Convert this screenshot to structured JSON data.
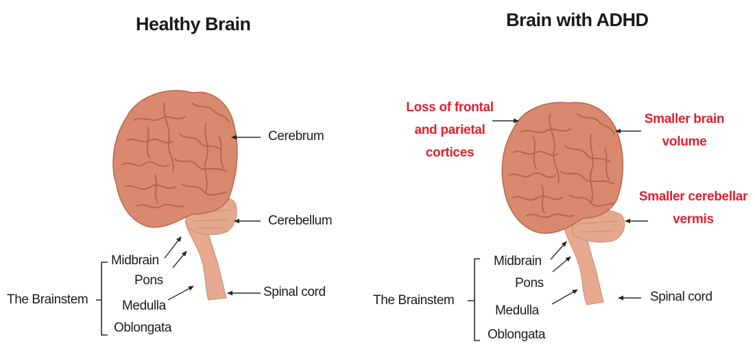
{
  "left": {
    "title": "Healthy Brain",
    "labels": {
      "cerebrum": "Cerebrum",
      "cerebellum": "Cerebellum",
      "midbrain": "Midbrain",
      "pons": "Pons",
      "medulla": "Medulla",
      "oblongata": "Oblongata",
      "brainstem": "The Brainstem",
      "spinal_cord": "Spinal cord"
    }
  },
  "right": {
    "title": "Brain with ADHD",
    "labels": {
      "midbrain": "Midbrain",
      "pons": "Pons",
      "medulla": "Medulla",
      "oblongata": "Oblongata",
      "brainstem": "The Brainstem",
      "spinal_cord": "Spinal cord"
    },
    "findings": {
      "frontal_line1": "Loss of frontal",
      "frontal_line2": "and parietal",
      "frontal_line3": "cortices",
      "volume_line1": "Smaller brain",
      "volume_line2": "volume",
      "vermis_line1": "Smaller cerebellar",
      "vermis_line2": "vermis"
    }
  },
  "colors": {
    "brain_fill": "#d98a6e",
    "brain_fold": "#b9644a",
    "stem_fill": "#e7a98f",
    "finding_text": "#e0202e"
  }
}
